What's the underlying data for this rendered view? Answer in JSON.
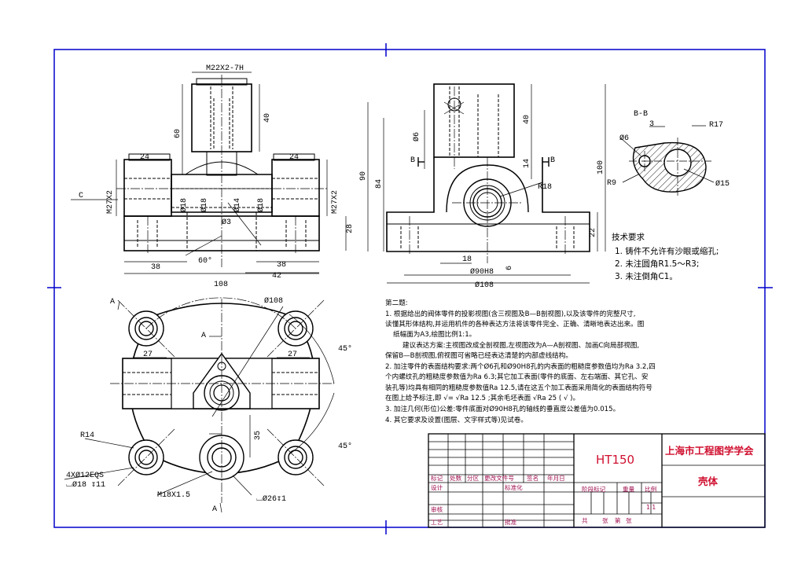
{
  "colors": {
    "frame": "#0000cc",
    "line": "#000000",
    "titleblock_text": "#b0105a",
    "titleblock_accent": "#d81030"
  },
  "dimensions": {
    "front": {
      "thread_top": "M22X2-7H",
      "d60": "60",
      "d40": "40",
      "d24_left": "24",
      "d24_right": "24",
      "c_label": "C",
      "m27_left": "M27X2",
      "m27_right": "M27X2",
      "phi18_a": "Ø18",
      "phi14": "Ø14",
      "phi18_b": "Ø18",
      "phi18_c": "Ø18",
      "phi3": "Ø3",
      "d28": "28",
      "d38_left": "38",
      "angle60": "60°",
      "d38_right": "38",
      "d42": "42",
      "d108": "108"
    },
    "side": {
      "d90": "90",
      "d84": "84",
      "phi6": "Ø6",
      "d40": "40",
      "d14": "14",
      "b_left": "B",
      "b_right": "B",
      "d100": "100",
      "r18": "R18",
      "d22": "22",
      "d18": "18",
      "d6": "6",
      "phi90h8": "Ø90H8",
      "phi108": "Ø108"
    },
    "section_bb": {
      "title": "B-B",
      "d3": "3",
      "r17": "R17",
      "phi6": "Ø6",
      "r9": "R9",
      "phi15": "Ø15"
    },
    "top": {
      "a_top_left": "A",
      "phi108": "Ø108",
      "a_mid": "A",
      "d27_left": "27",
      "d27_right": "27",
      "angle45_top": "45°",
      "angle45_bottom": "45°",
      "r14": "R14",
      "d35": "35",
      "holes": "4XØ12EQS",
      "holes_depth": "⌴Ø18 ↧11",
      "m18": "M18X1.5",
      "counterbore": "⌴Ø26↧1",
      "a_bottom": "A"
    }
  },
  "tech_requirements": {
    "title": "技术要求",
    "items": [
      "1. 铸件不允许有沙眼或缩孔;",
      "2. 未注圆角R1.5～R3;",
      "3. 未注倒角C1。"
    ]
  },
  "question": {
    "title": "第二题:",
    "lines": [
      "1. 根据给出的阀体零件的投影视图(含三视图及B—B剖视图),以及该零件的完整尺寸,",
      "读懂其形体结构,并运用机件的各种表达方法将该零件完全、正确、清晰地表达出来。图",
      "纸幅面为A3,绘图比例1:1。",
      "建议表达方案:主视图改成全剖视图,左视图改为A—A剖视图、加画C向局部视图,",
      "保留B—B剖视图,俯视图可省略已经表达清楚的内部虚线结构。",
      "2. 加注零件的表面结构要求:两个Ø6孔和Ø90H8孔的内表面的粗糙度参数值均为Ra 3.2,四",
      "个内螺纹孔的粗糙度参数值为Ra 6.3;其它加工表面(零件的底面、左右端面、其它孔、安",
      "装孔等)均具有相同的粗糙度参数值Ra 12.5,请在这五个加工表面采用简化的表面结构符号",
      "在图上给予标注,即 √= √Ra 12.5 ;其余毛坯表面 √Ra 25 ( √ )。",
      "3. 加注几何(形位)公差:零件底面对Ø90H8孔的轴线的垂直度公差值为0.015。",
      "4. 其它要求及设置(图层、文字样式等)见试卷。"
    ]
  },
  "title_block": {
    "material": "HT150",
    "organization": "上海市工程图学学会",
    "part_name": "壳体",
    "labels": {
      "mark": "标记",
      "count": "处数",
      "zone": "分区",
      "change_doc": "更改文件号",
      "signature": "签名",
      "date": "年月日",
      "design": "设计",
      "standardize": "标准化",
      "stage_mark": "阶段标记",
      "weight": "重量",
      "scale": "比例",
      "scale_value": "1:1",
      "review": "审核",
      "process": "工艺",
      "approve": "批准",
      "sheets": "共",
      "sheet": "张",
      "page_no": "第",
      "sheet2": "张"
    }
  }
}
